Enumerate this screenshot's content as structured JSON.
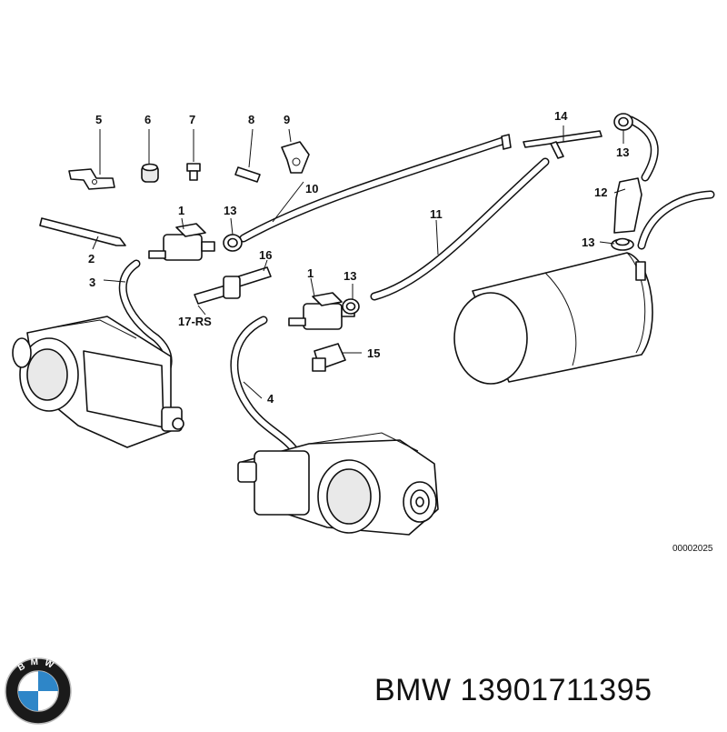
{
  "diagram": {
    "labels": {
      "p5": "5",
      "p6": "6",
      "p7": "7",
      "p8": "8",
      "p9": "9",
      "p14": "14",
      "p13a": "13",
      "p12": "12",
      "p10": "10",
      "p1a": "1",
      "p13b": "13",
      "p11": "11",
      "p13c": "13",
      "p2": "2",
      "p16": "16",
      "p3": "3",
      "p1b": "1",
      "p13d": "13",
      "p17": "17-RS",
      "p15": "15",
      "p4": "4"
    },
    "drawing_code": "00002025"
  },
  "footer": {
    "brand": "BMW",
    "part_number": "13901711395",
    "logo_letters": [
      "B",
      "M",
      "W"
    ]
  },
  "colors": {
    "logo_blue": "#2e86c8",
    "logo_ring": "#1a1a1a",
    "ink": "#111111"
  }
}
